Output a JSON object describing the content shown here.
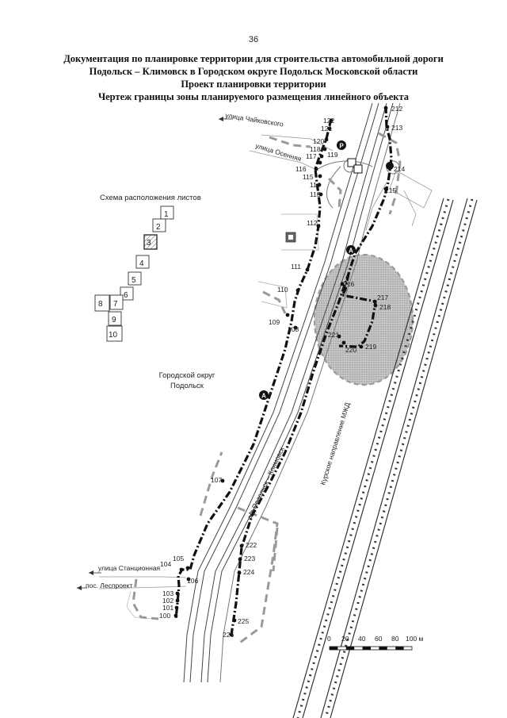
{
  "page_number": "36",
  "title": {
    "line1": "Документация по планировке территории для строительства автомобильной дороги",
    "line2": "Подольск – Климовск в Городском округе Подольск Московской области",
    "line3": "Проект планировки территории",
    "line4": "Чертеж границы зоны планируемого размещения линейного объекта"
  },
  "sheet_scheme": {
    "title": "Схема расположения листов",
    "sheets": [
      "1",
      "2",
      "3",
      "4",
      "5",
      "6",
      "7",
      "8",
      "9",
      "10"
    ],
    "current": "3"
  },
  "streets": {
    "chaikovskogo": "улица Чайковского",
    "osennyaya": "улица Осенняя",
    "stantsionnaya": "улица Станционная",
    "lesproekt": "пос. Леспроект",
    "road": "а/д Подольск – Климовск",
    "railway": "Курское направление МЖД"
  },
  "district": {
    "line1": "Городской округ",
    "line2": "Подольск"
  },
  "points": {
    "p100": "100",
    "p101": "101",
    "p102": "102",
    "p103": "103",
    "p104": "104",
    "p105": "105",
    "p106": "106",
    "p107": "107",
    "p108": "108",
    "p109": "109",
    "p110": "110",
    "p111": "111",
    "p112": "112",
    "p113": "113",
    "p114": "114",
    "p115": "115",
    "p116": "116",
    "p117": "117",
    "p118": "118",
    "p119": "119",
    "p120": "120",
    "p121": "121",
    "p122": "122",
    "p212": "212",
    "p213": "213",
    "p214": "214",
    "p215": "215",
    "p216": "216",
    "p217": "217",
    "p218": "218",
    "p219": "219",
    "p220": "220",
    "p221": "221",
    "p222": "222",
    "p223": "223",
    "p224": "224",
    "p225": "225",
    "p226": "226"
  },
  "markers": {
    "a": "А",
    "p": "Р"
  },
  "scale": {
    "ticks": [
      "0",
      "20",
      "40",
      "60",
      "80",
      "100 м"
    ]
  }
}
